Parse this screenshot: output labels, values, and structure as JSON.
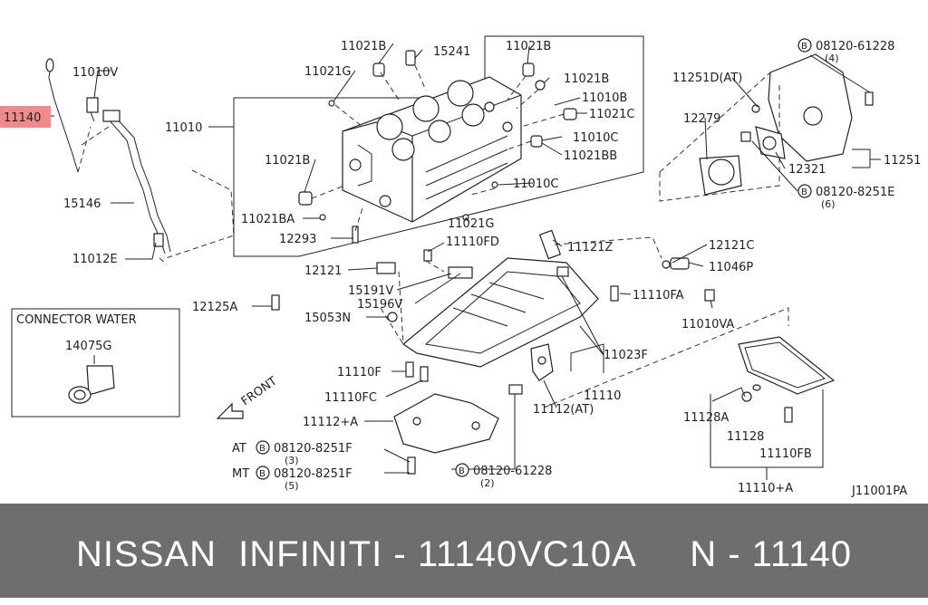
{
  "highlight_color": "#f08a8a",
  "footer": {
    "text": "NISSAN  INFINITI - 11140VC10A     N - 11140",
    "background": "#6e6e6e",
    "color": "#ffffff"
  },
  "inset": {
    "title": "CONNECTOR WATER",
    "part_label": "14075G"
  },
  "front_label": "FRONT",
  "diagram_id": "J11001PA",
  "labels": {
    "l11140": "11140",
    "l11010V": "11010V",
    "l15146": "15146",
    "l11012E": "11012E",
    "l11010": "11010",
    "l11021B_a": "11021B",
    "l15241": "15241",
    "l11021G_a": "11021G",
    "l11021B_b": "11021B",
    "l11021B_c": "11021B",
    "l11010B": "11010B",
    "l11021C": "11021C",
    "l11010C_a": "11010C",
    "l11021BB": "11021BB",
    "l11010C_b": "11010C",
    "l11021G_b": "11021G",
    "l11021B_d": "11021B",
    "l11021BA": "11021BA",
    "l12293": "12293",
    "l11251D": "11251D(AT)",
    "l12279": "12279",
    "l08120_61228_top": "08120-61228",
    "l08120_61228_top_q": "(4)",
    "l12321": "12321",
    "l11251": "11251",
    "l08120_8251E": "08120-8251E",
    "l08120_8251E_q": "(6)",
    "l11110FD": "11110FD",
    "l11121Z": "11121Z",
    "l12121C": "12121C",
    "l11046P": "11046P",
    "l12121": "12121",
    "l15191V": "15191V",
    "l15196V": "15196V",
    "l11110FA": "11110FA",
    "l11010VA": "11010VA",
    "l12125A": "12125A",
    "l15053N": "15053N",
    "l11023F": "11023F",
    "l11110F": "11110F",
    "l11110FC": "11110FC",
    "l11110": "11110",
    "l11112AT": "11112(AT)",
    "l11112A": "11112+A",
    "l11128A": "11128A",
    "l11128": "11128",
    "l11110FB": "11110FB",
    "l11110A": "11110+A",
    "l08120_61228_bot": "08120-61228",
    "l08120_61228_bot_q": "(2)",
    "at_prefix": "AT",
    "mt_prefix": "MT",
    "l08120_8251F_at": "08120-8251F",
    "l08120_8251F_at_q": "(3)",
    "l08120_8251F_mt": "08120-8251F",
    "l08120_8251F_mt_q": "(5)",
    "b_glyph": "B"
  }
}
